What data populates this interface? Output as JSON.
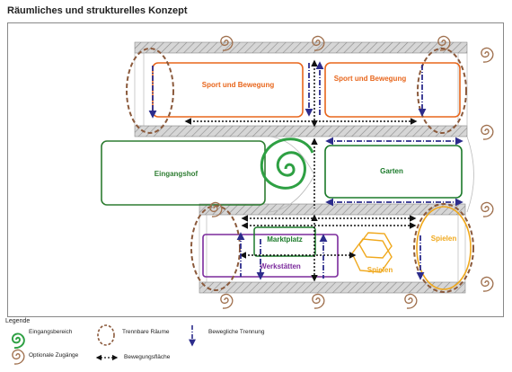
{
  "title": "Räumliches und strukturelles Konzept",
  "zones": {
    "sport_left": "Sport und Bewegung",
    "sport_right": "Sport und Bewegung",
    "eingangshof": "Eingangshof",
    "garten": "Garten",
    "marktplatz": "Marktplatz",
    "werkstaetten": "Werkstätten",
    "spielen_oval": "Spielen",
    "spielen_hex": "Spielen"
  },
  "colors": {
    "sport": "#e8661c",
    "eingang": "#2e7d32",
    "garten": "#1b7a2a",
    "werkstatt": "#7b2a9c",
    "spielen": "#f0a81c",
    "trennbar": "#8b5a3c",
    "beweglich": "#2c2c8c",
    "bewegung": "#111111",
    "structure": "#9a9a9a"
  },
  "legend": {
    "title": "Legende",
    "items": [
      {
        "label": "Eingangsbereich",
        "icon": "green-spiral-icon"
      },
      {
        "label": "Optionale Zugänge",
        "icon": "brown-spiral-icon"
      },
      {
        "label": "Trennbare Räume",
        "icon": "dashed-oval-icon"
      },
      {
        "label": "Bewegungsfläche",
        "icon": "double-arrow-icon"
      },
      {
        "label": "Bewegliche Trennung",
        "icon": "dash-dot-arrow-icon"
      }
    ]
  }
}
